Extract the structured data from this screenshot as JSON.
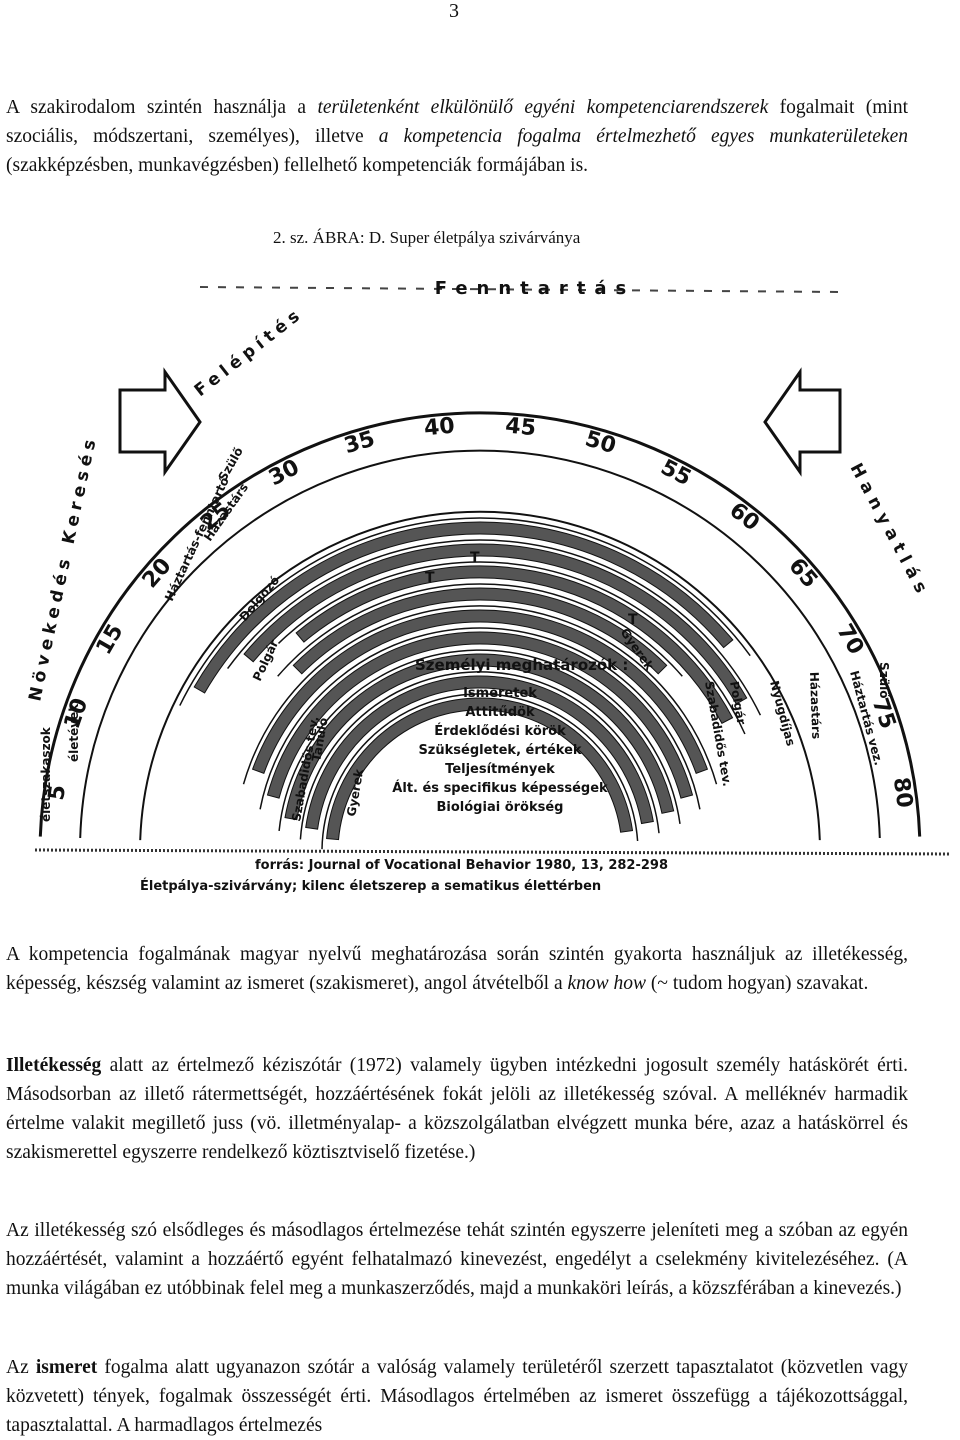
{
  "page_number": "3",
  "paragraph1": {
    "t1": "A szakirodalom szintén használja a ",
    "i1": "területenként elkülönülő egyéni kompetenciarendszerek",
    "t2": " fogalmait (mint szociális, módszertani, személyes), illetve ",
    "i2": "a kompetencia fogalma értelmezhető egyes munkaterületeken",
    "t3": " (szakképzésben, munkavégzésben) fellelhető kompetenciák formájában is."
  },
  "figure_caption": "2. sz. ÁBRA: D. Super életpálya szivárványa",
  "figure": {
    "top_label": "Fenntartás",
    "left_label": "Felépítés",
    "left_lower_label": "Növekedés Keresés",
    "right_label": "Hanyatlás",
    "ages": [
      "5",
      "10",
      "15",
      "20",
      "25",
      "30",
      "35",
      "40",
      "45",
      "50",
      "55",
      "60",
      "65",
      "70",
      "75",
      "80"
    ],
    "role_labels_left": [
      "életszakaszok",
      "életévek",
      "Szülő",
      "Háztartás-fenntartó",
      "Házastárs",
      "Dolgozó",
      "Polgár",
      "Szabadidős tev.",
      "Tanuló",
      "Gyerek"
    ],
    "role_labels_right": [
      "Szülő",
      "Háztartás vez.",
      "Házastárs",
      "Nyugdíjas",
      "Polgár",
      "Szabadidős tev.",
      "Gyerek"
    ],
    "t_marks": [
      "T",
      "T",
      "T"
    ],
    "determinants_title": "Személyi meghatározók :",
    "determinants": [
      "Ismeretek",
      "Attitűdök",
      "Érdeklődési körök",
      "Szükségletek, értékek",
      "Teljesítmények",
      "Ált. és specifikus képességek",
      "Biológiai örökség"
    ],
    "source": "forrás: Journal of Vocational Behavior 1980, 13, 282-298",
    "subtitle": "Életpálya-szivárvány; kilenc életszerep a sematikus élettérben"
  },
  "paragraph2": {
    "t1": "A kompetencia fogalmának magyar nyelvű meghatározása során szintén gyakorta használjuk az illetékesség, képesség, készség valamint az ismeret (szakismeret), angol átvételből a ",
    "i1": "know how",
    "t2": " (~ tudom hogyan) szavakat."
  },
  "paragraph3": {
    "b1": "Illetékesség",
    "t1": " alatt az értelmező kéziszótár (1972) valamely ügyben intézkedni jogosult személy hatáskörét érti. Másodsorban az illető rátermettségét, hozzáértésének fokát jelöli az illetékesség szóval. A melléknév harmadik értelme valakit megillető juss (vö. illetményalap- a közszolgálatban elvégzett munka bére, azaz a hatáskörrel és szakismerettel egyszerre rendelkező köztisztviselő fizetése.)"
  },
  "paragraph4": "Az illetékesség szó elsődleges és másodlagos értelmezése tehát szintén egyszerre jeleníteti meg a szóban az egyén hozzáértését, valamint a hozzáértő egyént felhatalmazó kinevezést, engedélyt a cselekmény kivitelezéséhez. (A munka világában ez utóbbinak felel meg a munkaszerződés, majd a munkaköri leírás, a közszférában a kinevezés.)",
  "paragraph5": {
    "t1": "Az ",
    "b1": "ismeret",
    "t2": " fogalma alatt ugyanazon szótár a valóság valamely területéről szerzett tapasztalatot (közvetlen vagy közvetett) tények, fogalmak összességét érti. Másodlagos értelmében az ismeret összefügg a tájékozottsággal, tapasztalattal. A harmadlagos értelmezés"
  }
}
